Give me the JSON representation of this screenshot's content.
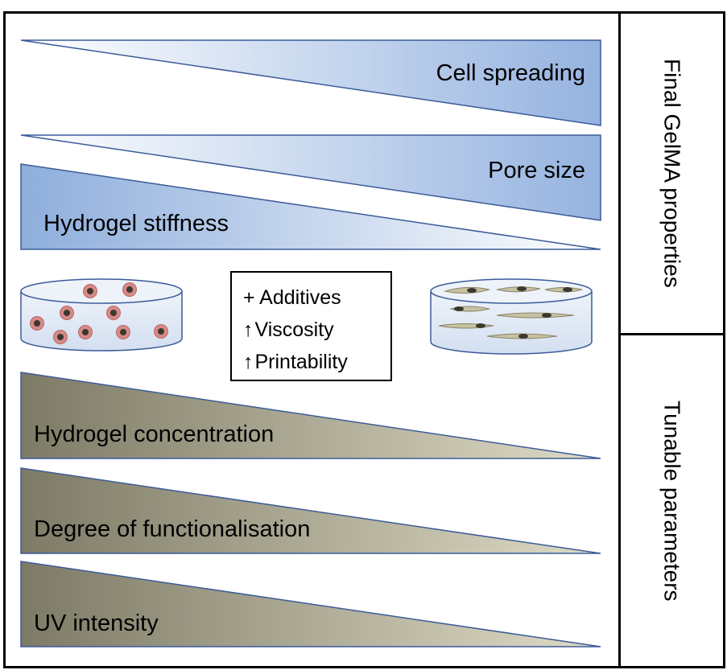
{
  "figure": {
    "side_labels": {
      "top": "Final GelMA properties",
      "bottom": "Tunable parameters"
    },
    "property_wedges": [
      {
        "label": "Cell spreading",
        "direction": "increasing-right"
      },
      {
        "label": "Pore size",
        "direction": "increasing-right"
      },
      {
        "label": "Hydrogel stiffness",
        "direction": "decreasing-right"
      }
    ],
    "parameter_wedges": [
      {
        "label": "Hydrogel concentration",
        "direction": "decreasing-right"
      },
      {
        "label": "Degree of functionalisation",
        "direction": "decreasing-right"
      },
      {
        "label": "UV intensity",
        "direction": "decreasing-right"
      }
    ],
    "info_box": {
      "line1": "+ Additives",
      "line2_arrow": "↑",
      "line2": "Viscosity",
      "line3_arrow": "↑",
      "line3": "Printability"
    },
    "colors": {
      "blue_light": "#ffffff",
      "blue_dark": "#95b3e0",
      "blue_stroke": "#3b5b98",
      "tan_dark": "#7d7a66",
      "tan_light": "#d8d5be",
      "dish_fill": "#dde6f3",
      "dish_stroke": "#3b5b98",
      "cell_round_ring": "#d98888",
      "cell_core": "#3a3a2c",
      "cell_spread": "#c9c2a2"
    },
    "icons": [
      "round-cells-dish-icon",
      "spread-cells-dish-icon"
    ]
  }
}
